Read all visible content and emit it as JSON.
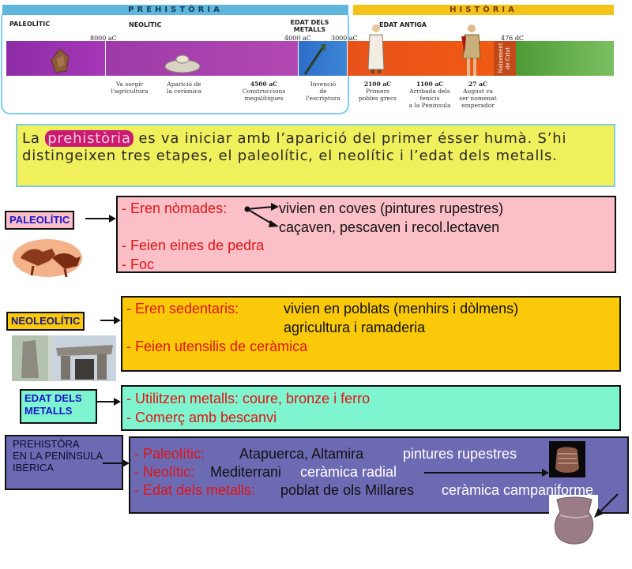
{
  "timeline": {
    "prehistory_header": "PREHISTÒRIA",
    "history_header": "HISTÒRIA",
    "era_paleolitic": "PALEOLÍTIC",
    "era_neolitic": "NEOLÍTIC",
    "era_metalls_1": "EDAT DELS",
    "era_metalls_2": "METALLS",
    "era_antiga": "EDAT ANTIGA",
    "tick_8000": "8000 aC",
    "tick_4000": "4000 aC",
    "tick_3000": "3000 aC",
    "tick_476": "476 dC",
    "naixement_1": "Naixement",
    "naixement_2": "de Crist",
    "captions": [
      {
        "date": "",
        "text1": "Va sorgir",
        "text2": "l'agricultura",
        "text3": ""
      },
      {
        "date": "",
        "text1": "Aparició de",
        "text2": "la ceràmica",
        "text3": ""
      },
      {
        "date": "4500 aC",
        "text1": "Construccions",
        "text2": "megalítiques",
        "text3": ""
      },
      {
        "date": "",
        "text1": "Invenció",
        "text2": "de",
        "text3": "l'escriptura"
      },
      {
        "date": "2100 aC",
        "text1": "Primers",
        "text2": "pobles grecs",
        "text3": ""
      },
      {
        "date": "1100 aC",
        "text1": "Arribada dels",
        "text2": "fenicis",
        "text3": "a la Península"
      },
      {
        "date": "27 aC",
        "text1": "August va",
        "text2": "ser nomenat",
        "text3": "emperador"
      }
    ],
    "colors": {
      "paleolitic": "#9b2fb0",
      "neolitic": "#a33aa7",
      "metalls": "#2f6fc9",
      "antiga": "#ea4f14",
      "medieval": "#4e9a35"
    }
  },
  "intro": {
    "part1": "La ",
    "highlight": "prehistòria",
    "part2": " es va iniciar amb l’aparició del primer ésser humà. S’hi distingeixen tres etapes, el paleolític, el neolític i l’edat dels metalls."
  },
  "paleolitic": {
    "label": "PALEOLÍTIC",
    "item1_red": "- Eren nòmades:",
    "item1_a": "vivien en coves (pintures rupestres)",
    "item1_b": "caçaven, pescaven i recol.lectaven",
    "item2": "- Feien eines de pedra",
    "item3": "- Foc",
    "bg": "#fbbfc8"
  },
  "neolitic": {
    "label": "NEOLEOLÍTIC",
    "item1_red": "- Eren sedentaris:",
    "item1_a": "vivien en poblats (menhirs i dòlmens)",
    "item1_b": "agricultura i ramaderia",
    "item2": "- Feien utensilis de ceràmica",
    "bg": "#f9c90a"
  },
  "metalls": {
    "label1": "EDAT DELS",
    "label2": "METALLS",
    "item1": "- Utilitzen metalls: coure, bronze i ferro",
    "item2": "- Comerç amb bescanvi",
    "bg": "#7ef4cf"
  },
  "iberica": {
    "label1": "PREHISTÒRA",
    "label2": "EN LA PENÍNSULA",
    "label3": "IBÈRICA",
    "row1_red": "- Paleolític:",
    "row1_text": "Atapuerca, Altamira",
    "row1_white": "pintures rupestres",
    "row2_red": "- Neolític:",
    "row2_text": "Mediterrani",
    "row2_white": "ceràmica radial",
    "row3_red": "- Edat dels metalls:",
    "row3_text": "poblat de ols Millares",
    "row3_white": "ceràmica campaniforme",
    "bg": "#6d6ab4"
  }
}
